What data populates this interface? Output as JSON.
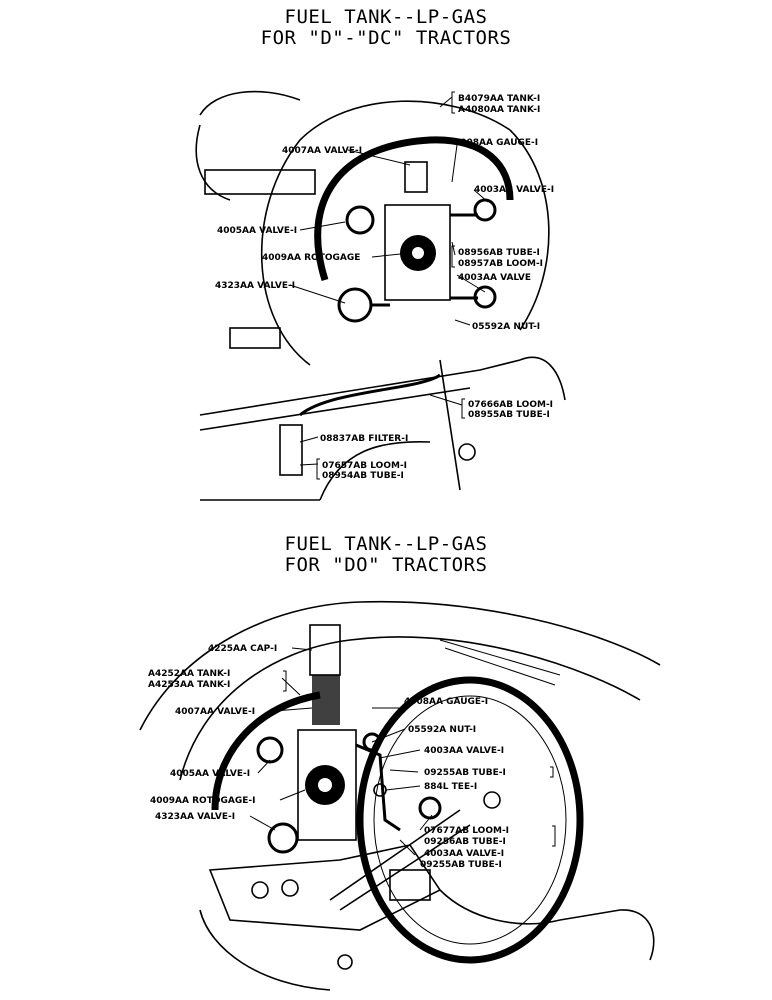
{
  "sections": [
    {
      "title_line1": "FUEL TANK--LP-GAS",
      "title_line2": "FOR \"D\"-\"DC\" TRACTORS",
      "labels": {
        "tank_a": "B4079AA TANK-I",
        "tank_b": "A4080AA TANK-I",
        "valve_4007": "4007AA VALVE-I",
        "gauge": "4008AA GAUGE-I",
        "valve_4003_top": "4003AA VALVE-I",
        "valve_4005": "4005AA VALVE-I",
        "rotogage": "4009AA ROTOGAGE",
        "tube_08956": "08956AB TUBE-I",
        "loom_08957": "08957AB LOOM-I",
        "valve_4003_mid": "4003AA VALVE",
        "valve_4323": "4323AA VALVE-I",
        "nut": "05592A NUT-I",
        "loom_07666": "07666AB LOOM-I",
        "tube_08955": "08955AB TUBE-I",
        "filter": "08837AB FILTER-I",
        "loom_07657": "07657AB LOOM-I",
        "tube_08954": "08954AB TUBE-I"
      }
    },
    {
      "title_line1": "FUEL TANK--LP-GAS",
      "title_line2": "FOR \"DO\" TRACTORS",
      "labels": {
        "cap": "4225AA CAP-I",
        "tank_a": "A4252AA TANK-I",
        "tank_b": "A4253AA TANK-I",
        "valve_4007": "4007AA VALVE-I",
        "gauge": "4008AA GAUGE-I",
        "nut": "05592A NUT-I",
        "valve_4003_top": "4003AA VALVE-I",
        "valve_4005": "4005AA VALVE-I",
        "tube_09255_top": "09255AB TUBE-I",
        "tee": "884L TEE-I",
        "rotogage": "4009AA ROTOGAGE-I",
        "valve_4323": "4323AA VALVE-I",
        "loom_07677": "07677AB LOOM-I",
        "tube_09256": "09256AB TUBE-I",
        "valve_4003_bot": "4003AA VALVE-I",
        "tube_09255_bot": "09255AB TUBE-I"
      }
    }
  ]
}
